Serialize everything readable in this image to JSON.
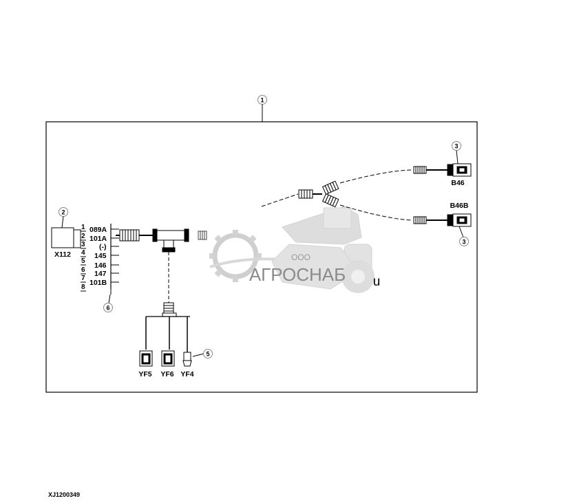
{
  "callouts": [
    "1",
    "2",
    "3",
    "3",
    "5",
    "6"
  ],
  "connector_x112": "X112",
  "pin_numbers": [
    "1",
    "2",
    "3",
    "4",
    "5",
    "6",
    "7",
    "8"
  ],
  "pin_wires": [
    "089A",
    "101A",
    "(-)",
    "145",
    "146",
    "147",
    "101B"
  ],
  "sensors": [
    "B46",
    "B46B"
  ],
  "valves": [
    "YF5",
    "YF6",
    "YF4"
  ],
  "watermark": {
    "small": "ООО",
    "main": "АГРОСНАБ",
    "suffix": "u"
  },
  "figure_ref": "XJ1200349"
}
